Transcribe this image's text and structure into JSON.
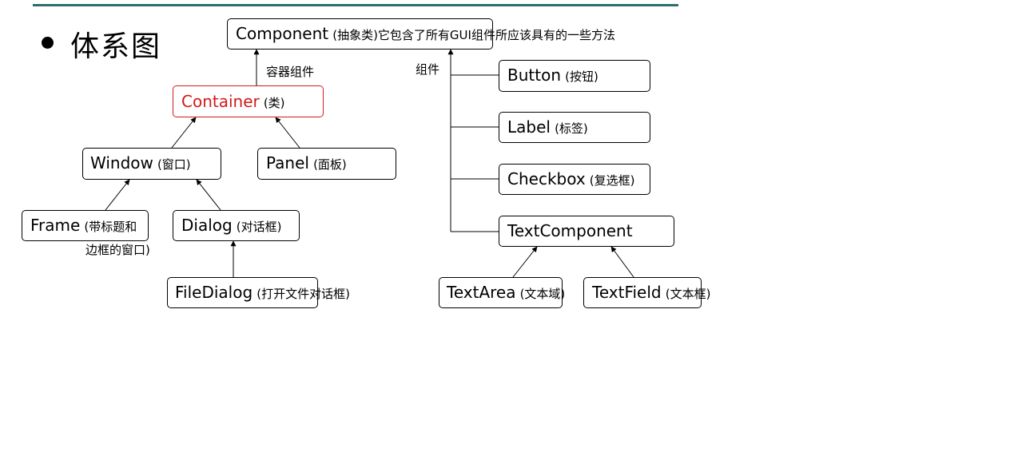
{
  "heading": "体系图",
  "edge_labels": {
    "container": "容器组件",
    "component": "组件"
  },
  "nodes": {
    "component": {
      "name": "Component",
      "note": "(抽象类)它包含了所有GUI组件所应该具有的一些方法"
    },
    "container": {
      "name": "Container",
      "note": "(类)"
    },
    "window": {
      "name": "Window",
      "note": "(窗口)"
    },
    "panel": {
      "name": "Panel",
      "note": "(面板)"
    },
    "frame": {
      "name": "Frame",
      "note": "(带标题和",
      "note2": "边框的窗口)"
    },
    "dialog": {
      "name": "Dialog",
      "note": "(对话框)"
    },
    "filedialog": {
      "name": "FileDialog",
      "note": "(打开文件对话框)"
    },
    "button": {
      "name": "Button",
      "note": "(按钮)"
    },
    "label": {
      "name": "Label",
      "note": "(标签)"
    },
    "checkbox": {
      "name": "Checkbox",
      "note": "(复选框)"
    },
    "textcomponent": {
      "name": "TextComponent",
      "note": ""
    },
    "textarea": {
      "name": "TextArea",
      "note": "(文本域)"
    },
    "textfield": {
      "name": "TextField",
      "note": "(文本框)"
    }
  },
  "colors": {
    "accent": "#d11a1a",
    "topbar": "#2f6f6a"
  }
}
